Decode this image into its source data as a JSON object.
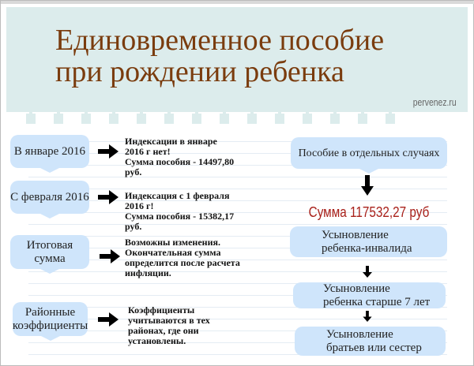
{
  "header": {
    "title_line1": "Единовременное пособие",
    "title_line2": "при рождении ребенка",
    "site": "pervenez.ru"
  },
  "left": [
    {
      "label": "В январе 2016",
      "desc": [
        "Индексации в январе",
        "2016 г нет!",
        "Сумма пособия - 14497,80",
        "руб."
      ]
    },
    {
      "label": "С февраля 2016",
      "desc": [
        "Индексация с 1 февраля",
        "2016 г!",
        "Сумма пособия - 15382,17",
        "руб."
      ]
    },
    {
      "label": "Итоговая сумма",
      "desc": [
        "Возможны изменения.",
        "Окончательная сумма",
        "определится после расчета",
        "инфляции."
      ]
    },
    {
      "label_line1": "Районные",
      "label_line2": "коэффициенты",
      "desc": [
        "Коэффициенты",
        "учитываются в тех",
        "районах, где они",
        "установлены."
      ]
    }
  ],
  "right": {
    "top": "Пособие в отдельных случаях",
    "sum": "Сумма 117532,27 руб",
    "cases": [
      {
        "line1": "Усыновление",
        "line2": "ребенка-инвалида"
      },
      {
        "line1": "Усыновление",
        "line2": "ребенка старше 7 лет"
      },
      {
        "line1": "Усыновление",
        "line2": "братьев или сестер"
      }
    ]
  },
  "colors": {
    "title": "#7a3c0e",
    "sum": "#a8201a",
    "box": "#cfe5fb",
    "header": "#dcecec"
  }
}
